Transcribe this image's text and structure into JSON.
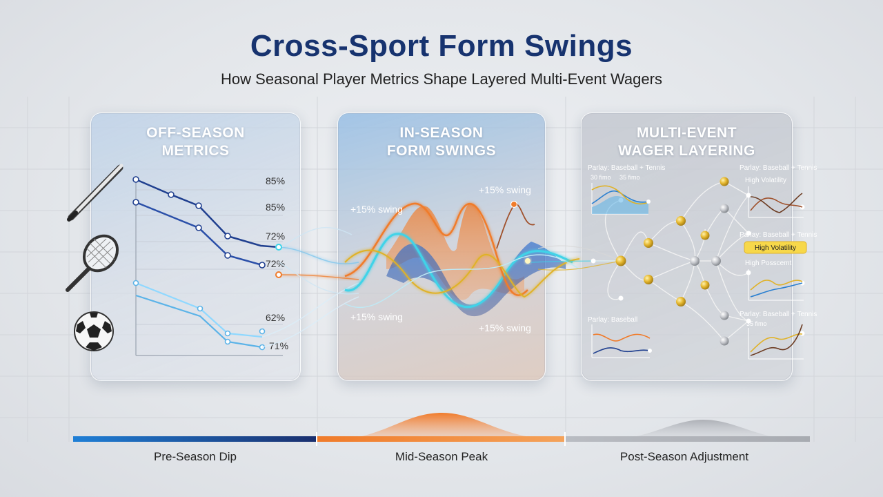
{
  "header": {
    "title": "Cross-Sport Form Swings",
    "subtitle": "How Seasonal Player Metrics Shape Layered Multi-Event Wagers"
  },
  "panels": {
    "off_season": {
      "title_line1": "OFF-SEASON",
      "title_line2": "METRICS",
      "metrics": [
        "85%",
        "85%",
        "72%",
        "72%",
        "62%",
        "71%"
      ]
    },
    "in_season": {
      "title_line1": "IN-SEASON",
      "title_line2": "FORM SWINGS",
      "swing_labels": [
        "+15% swing",
        "+15% swing",
        "+15% swing",
        "+15% swing"
      ]
    },
    "multi_event": {
      "title_line1": "MULTI-EVENT",
      "title_line2": "WAGER LAYERING",
      "parlays": [
        {
          "label": "Parlay: Baseball + Tennis",
          "sub": "30 fimo     35 fimo"
        },
        {
          "label": "Parlay: Baseball + Tennis",
          "sub": "High Volatility"
        },
        {
          "label": "Parlay: Baseball + Tennis",
          "sub": "High Volatility"
        },
        {
          "label": "High Posscemt",
          "sub": ""
        },
        {
          "label": "Parlay: Baseball",
          "sub": ""
        },
        {
          "label": "Parlay: Baseball + Tennis",
          "sub": "35 fimo"
        }
      ]
    }
  },
  "icons": [
    "baseball-bat-icon",
    "tennis-racket-icon",
    "soccer-ball-icon"
  ],
  "timeline": {
    "phases": [
      "Pre-Season Dip",
      "Mid-Season Peak",
      "Post-Season Adjustment"
    ]
  },
  "colors": {
    "title": "#17336f",
    "navy": "#1f3f8f",
    "blue": "#2f6fd0",
    "light_blue": "#7cc6ee",
    "cyan": "#3fd3e8",
    "orange": "#f07b2a",
    "gold": "#e0b228",
    "gray": "#9a9ea6"
  }
}
